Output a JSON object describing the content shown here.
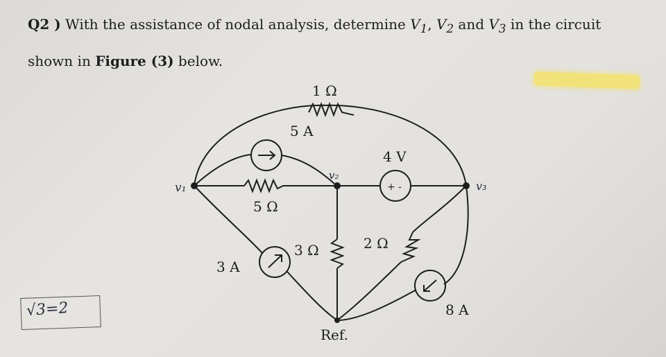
{
  "question": {
    "number": "Q2 )",
    "text_before": "With the assistance of nodal analysis, determine ",
    "var1": "V",
    "var1_sub": "1",
    "sep1": ", ",
    "var2": "V",
    "var2_sub": "2",
    "sep2": " and ",
    "var3": "V",
    "var3_sub": "3",
    "text_after": " in the circuit shown in ",
    "figure_ref": "Figure (3)",
    "end": " below."
  },
  "circuit": {
    "r_top": "1 Ω",
    "r_5": "5 Ω",
    "r_3": "3 Ω",
    "r_2": "2 Ω",
    "src_5A": "5 A",
    "src_3A": "3 A",
    "src_8A": "8 A",
    "src_4V": "4 V",
    "plus_minus": "+ -",
    "node_v1": "v₁",
    "node_v2": "v₂",
    "node_v3": "v₃",
    "ref": "Ref."
  },
  "handwritten_note": "√3=2"
}
